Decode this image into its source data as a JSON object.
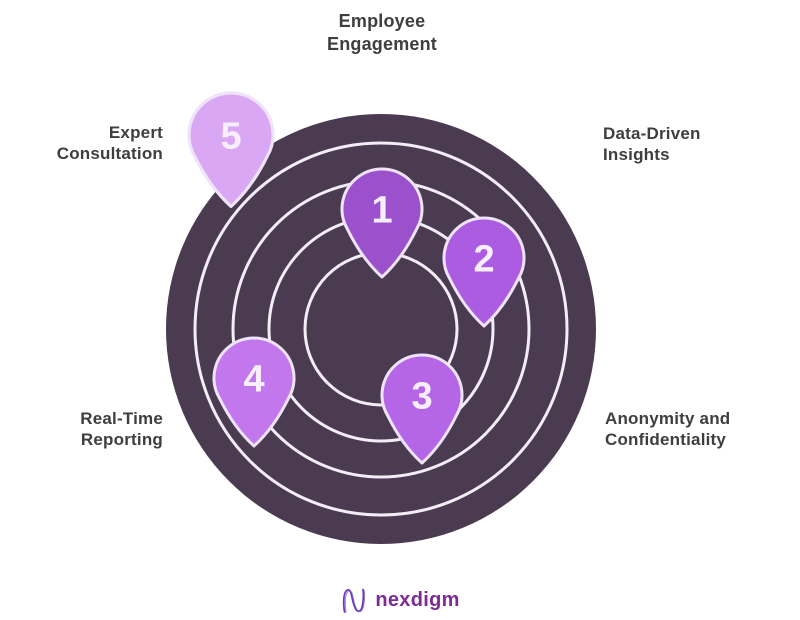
{
  "colors": {
    "background": "#ffffff",
    "disc": "#4a3b51",
    "ring": "#f3edf8",
    "pin_stroke": "#eee3f8",
    "pin_number": "#f7effd",
    "label_text": "#3e3e3e",
    "brand_text": "#7e2a96"
  },
  "items": [
    {
      "number": "1",
      "line1": "Employee",
      "line2": "Engagement",
      "pin_color": "#9b51cb"
    },
    {
      "number": "2",
      "line1": "Data-Driven",
      "line2": "Insights",
      "pin_color": "#ab5ce0"
    },
    {
      "number": "3",
      "line1": "Anonymity and",
      "line2": "Confidentiality",
      "pin_color": "#b566e6"
    },
    {
      "number": "4",
      "line1": "Real-Time",
      "line2": "Reporting",
      "pin_color": "#c377ec"
    },
    {
      "number": "5",
      "line1": "Expert",
      "line2": "Consultation",
      "pin_color": "#d9a7f3"
    }
  ],
  "footer": {
    "brand": "nexdigm"
  }
}
